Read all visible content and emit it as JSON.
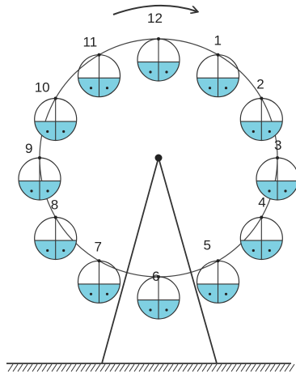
{
  "colors": {
    "water": "#7fd0e2",
    "line": "#333333",
    "background": "#ffffff"
  },
  "direction_arrow": {
    "icon": "curved-arrow-clockwise-icon"
  },
  "cabins": [
    {
      "label": "12",
      "water_fraction": 0.45
    },
    {
      "label": "1",
      "water_fraction": 0.45
    },
    {
      "label": "2",
      "water_fraction": 0.45
    },
    {
      "label": "3",
      "water_fraction": 0.45
    },
    {
      "label": "4",
      "water_fraction": 0.45
    },
    {
      "label": "5",
      "water_fraction": 0.45
    },
    {
      "label": "6",
      "water_fraction": 0.45
    },
    {
      "label": "7",
      "water_fraction": 0.45
    },
    {
      "label": "8",
      "water_fraction": 0.45
    },
    {
      "label": "9",
      "water_fraction": 0.45
    },
    {
      "label": "10",
      "water_fraction": 0.45
    },
    {
      "label": "11",
      "water_fraction": 0.45
    }
  ]
}
